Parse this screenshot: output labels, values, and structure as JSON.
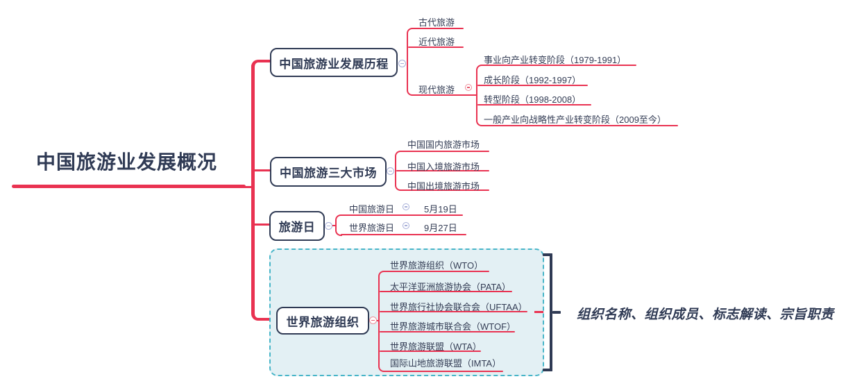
{
  "root": {
    "title": "中国旅游业发展概况"
  },
  "branches": {
    "history": {
      "label": "中国旅游业发展历程",
      "children": {
        "ancient": "古代旅游",
        "early_modern": "近代旅游",
        "modern": "现代旅游"
      },
      "modern_stages": [
        "事业向产业转变阶段（1979-1991）",
        "成长阶段（1992-1997）",
        "转型阶段（1998-2008）",
        "一般产业向战略性产业转变阶段（2009至今）"
      ]
    },
    "markets": {
      "label": "中国旅游三大市场",
      "children": [
        "中国国内旅游市场",
        "中国入境旅游市场",
        "中国出境旅游市场"
      ]
    },
    "tourism_days": {
      "label": "旅游日",
      "children": [
        {
          "name": "中国旅游日",
          "date": "5月19日"
        },
        {
          "name": "世界旅游日",
          "date": "9月27日"
        }
      ]
    },
    "world_orgs": {
      "label": "世界旅游组织",
      "children": [
        "世界旅游组织（WTO）",
        "太平洋亚洲旅游协会（PATA）",
        "世界旅行社协会联合会（UFTAA）",
        "世界旅游城市联合会（WTOF）",
        "世界旅游联盟（WTA）",
        "国际山地旅游联盟（IMTA）"
      ],
      "summary": "组织名称、组织成员、标志解读、宗旨职责"
    }
  },
  "colors": {
    "connector_red": "#e93251",
    "ink_navy": "#2f3a54",
    "boundary_border_teal": "#47b5c8",
    "boundary_fill": "#e3f0f4",
    "collapse_icon_lavender": "#a6aed8",
    "collapse_icon_pink": "#ee8e9a"
  }
}
